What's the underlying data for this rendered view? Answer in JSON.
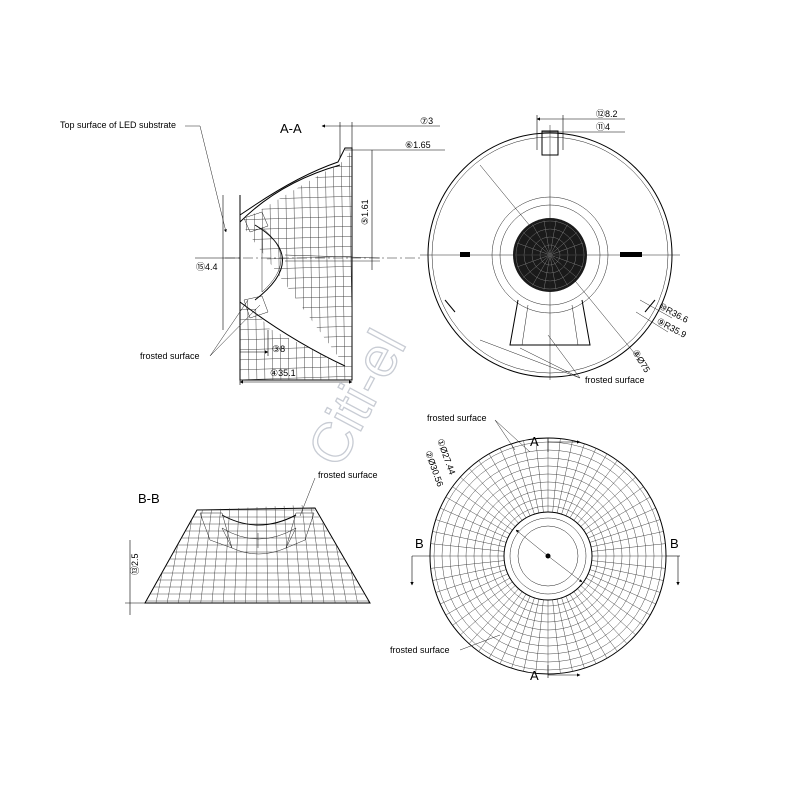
{
  "views": {
    "section_aa": {
      "title": "A-A",
      "label_top_surface": "Top surface of LED substrate",
      "label_frosted": "frosted surface",
      "dim_7": "⑦3",
      "dim_6": "⑥1.65",
      "dim_5": "⑤1.61",
      "dim_15": "⑮4.4",
      "dim_3": "③8",
      "dim_4": "④35.1"
    },
    "back_view": {
      "dim_12": "⑫8.2",
      "dim_11": "⑪4",
      "dim_10": "⑩R36.6",
      "dim_9": "⑨R35.9",
      "dim_8": "⑧Ø75",
      "label_frosted": "frosted surface"
    },
    "section_bb": {
      "title": "B-B",
      "label_frosted": "frosted surface",
      "dim_13": "⑬2.5"
    },
    "front_view": {
      "label_frosted_top": "frosted surface",
      "label_frosted_bottom": "frosted surface",
      "dim_1": "①Ø27.44",
      "dim_2": "②Ø30.56",
      "cut_a": "A",
      "cut_b": "B"
    }
  },
  "watermark": "Citi-el"
}
